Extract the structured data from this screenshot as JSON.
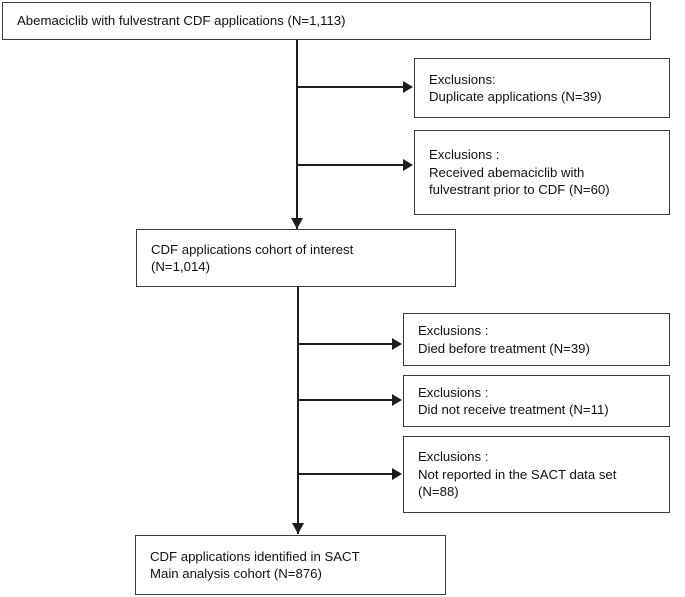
{
  "diagram": {
    "title": "CDF applications CONSORT-style flow diagram",
    "stroke_color": "#3a3a3a",
    "line_color": "#1d1d1d",
    "background": "#ffffff",
    "nodes": {
      "top_cohort": {
        "line1": "Abemaciclib with fulvestrant CDF applications (N=1,113)"
      },
      "exclusion_1": {
        "line1": "Exclusions:",
        "line2": "Duplicate applications (N=39)"
      },
      "exclusion_2": {
        "line1": "Exclusions :",
        "line2": "Received abemaciclib with",
        "line3": "fulvestrant prior to CDF (N=60)"
      },
      "middle_cohort": {
        "line1": "CDF applications cohort of interest",
        "line2": "(N=1,014)"
      },
      "exclusion_3": {
        "line1": "Exclusions :",
        "line2": "Died before treatment (N=39)"
      },
      "exclusion_4": {
        "line1": "Exclusions :",
        "line2": "Did not receive treatment (N=11)"
      },
      "exclusion_5": {
        "line1": "Exclusions :",
        "line2": "Not reported in the SACT data set",
        "line3": "(N=88)"
      },
      "bottom_cohort": {
        "line1": "CDF applications identified in SACT",
        "line2": "Main analysis cohort (N=876)"
      }
    },
    "counts": {
      "total_applications": 1113,
      "duplicate_applications": 39,
      "received_prior_to_cdf": 60,
      "cohort_of_interest": 1014,
      "died_before_treatment": 39,
      "did_not_receive_treatment": 11,
      "not_reported_in_sact": 88,
      "main_analysis_cohort": 876
    }
  }
}
